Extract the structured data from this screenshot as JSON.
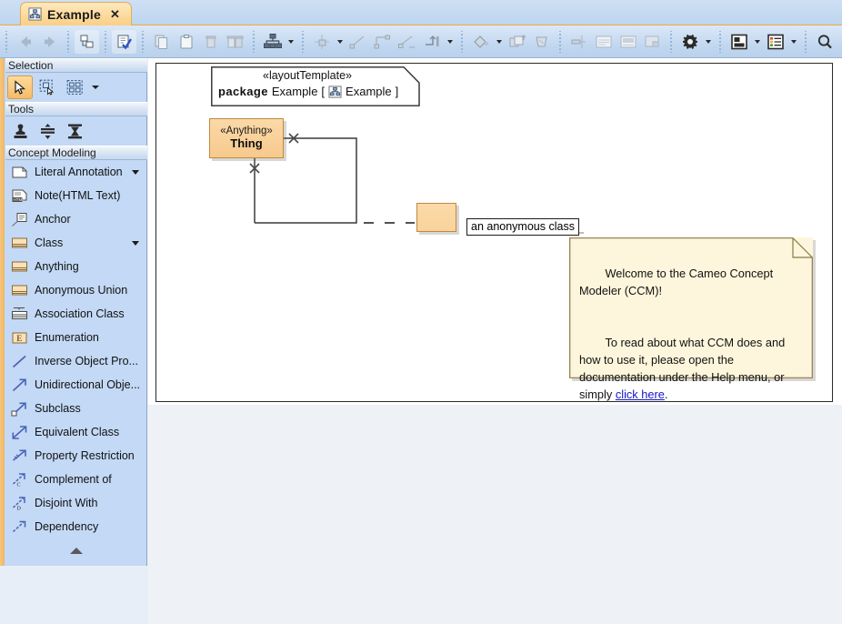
{
  "tab": {
    "label": "Example",
    "close_label": "✕",
    "icon": "diagram-icon"
  },
  "toolbar": {
    "groups": [
      {
        "items": [
          {
            "name": "back-button",
            "icon": "arrow-left-icon"
          },
          {
            "name": "forward-button",
            "icon": "arrow-right-icon"
          }
        ]
      },
      {
        "items": [
          {
            "name": "select-in-containment-tree-button",
            "icon": "tree-select-icon"
          }
        ]
      },
      {
        "items": [
          {
            "name": "validate-button",
            "icon": "validate-check-icon"
          }
        ]
      },
      {
        "items": [
          {
            "name": "copy-button",
            "icon": "copy-icon"
          },
          {
            "name": "paste-button",
            "icon": "clipboard-icon"
          },
          {
            "name": "delete-button",
            "icon": "trash-icon"
          },
          {
            "name": "delete-from-diagram-button",
            "icon": "trash-diagram-icon"
          }
        ]
      },
      {
        "items": [
          {
            "name": "layout-button",
            "icon": "hierarchy-layout-icon"
          },
          {
            "name": "layout-dropdown",
            "icon": "chevron-down-icon"
          }
        ]
      },
      {
        "items": [
          {
            "name": "align-button",
            "icon": "align-icon"
          },
          {
            "name": "align-dropdown",
            "icon": "chevron-down-icon"
          },
          {
            "name": "route-diagonal-button",
            "icon": "diagonal-line-icon"
          },
          {
            "name": "route-rectilinear-button",
            "icon": "rectilinear-line-icon"
          },
          {
            "name": "route-bezier-button",
            "icon": "bezier-line-icon"
          },
          {
            "name": "route-orthogonal-button",
            "icon": "orthogonal-line-icon"
          },
          {
            "name": "route-dropdown",
            "icon": "chevron-down-icon"
          }
        ]
      },
      {
        "items": [
          {
            "name": "fill-color-button",
            "icon": "paint-bucket-icon"
          },
          {
            "name": "fill-color-dropdown",
            "icon": "chevron-down-icon"
          },
          {
            "name": "bring-to-front-button",
            "icon": "bring-front-icon"
          },
          {
            "name": "format-painter-button",
            "icon": "format-painter-icon"
          }
        ]
      },
      {
        "items": [
          {
            "name": "suppress-button",
            "icon": "suppress-icon"
          },
          {
            "name": "show-compartment-button",
            "icon": "compartment-icon"
          },
          {
            "name": "show-image-button",
            "icon": "image-shape-icon"
          },
          {
            "name": "shape-style-button",
            "icon": "shape-style-icon"
          }
        ]
      },
      {
        "items": [
          {
            "name": "options-button",
            "icon": "gear-icon"
          },
          {
            "name": "options-dropdown",
            "icon": "chevron-down-icon"
          }
        ]
      },
      {
        "items": [
          {
            "name": "panels-button",
            "icon": "panel-layout-icon"
          },
          {
            "name": "panels-dropdown",
            "icon": "chevron-down-icon"
          },
          {
            "name": "legend-button",
            "icon": "legend-list-icon"
          },
          {
            "name": "legend-dropdown",
            "icon": "chevron-down-icon"
          }
        ]
      },
      {
        "items": [
          {
            "name": "search-button",
            "icon": "search-icon"
          }
        ]
      }
    ]
  },
  "palette": {
    "sections": [
      {
        "title": "Selection",
        "tools": [
          {
            "name": "pointer-tool",
            "icon": "cursor-icon",
            "active": true
          },
          {
            "name": "marquee-select-tool",
            "icon": "marquee-cursor-icon",
            "active": false
          },
          {
            "name": "multi-select-tool",
            "icon": "multi-select-icon",
            "active": false
          }
        ],
        "has_caret": true
      },
      {
        "title": "Tools",
        "tools": [
          {
            "name": "stamp-tool",
            "icon": "stamp-icon",
            "active": false
          },
          {
            "name": "distribute-vertical-tool",
            "icon": "distribute-vertical-icon",
            "active": false
          },
          {
            "name": "align-center-tool",
            "icon": "align-center-icon",
            "active": false
          }
        ],
        "has_caret": false
      }
    ],
    "concept_modeling_title": "Concept Modeling",
    "items": [
      {
        "label": "Literal Annotation",
        "icon": "note-shape-icon",
        "caret": true
      },
      {
        "label": "Note(HTML Text)",
        "icon": "html-note-icon",
        "caret": false
      },
      {
        "label": "Anchor",
        "icon": "anchor-note-icon",
        "caret": false
      },
      {
        "label": "Class",
        "icon": "class-box-icon",
        "caret": true
      },
      {
        "label": "Anything",
        "icon": "class-box-icon",
        "caret": false
      },
      {
        "label": "Anonymous Union",
        "icon": "class-box-icon",
        "caret": false
      },
      {
        "label": "Association Class",
        "icon": "association-class-icon",
        "caret": false
      },
      {
        "label": "Enumeration",
        "icon": "enumeration-icon",
        "caret": false
      },
      {
        "label": "Inverse Object Pro...",
        "icon": "plain-line-icon",
        "caret": false
      },
      {
        "label": "Unidirectional Obje...",
        "icon": "arrow-line-icon",
        "caret": false
      },
      {
        "label": "Subclass",
        "icon": "subclass-arrow-icon",
        "caret": false
      },
      {
        "label": "Equivalent Class",
        "icon": "double-arrow-icon",
        "caret": false
      },
      {
        "label": "Property Restriction",
        "icon": "restriction-arrow-icon",
        "caret": false
      },
      {
        "label": "Complement of",
        "icon": "complement-arrow-icon",
        "caret": false
      },
      {
        "label": "Disjoint With",
        "icon": "disjoint-arrow-icon",
        "caret": false
      },
      {
        "label": "Dependency",
        "icon": "dependency-arrow-icon",
        "caret": false
      }
    ],
    "collapse_control": "scroll-up-triangle"
  },
  "diagram": {
    "package_header": {
      "stereotype": "«layoutTemplate»",
      "keyword": "package",
      "name": "Example",
      "bracket_open": "[",
      "inner_icon": "diagram-icon",
      "inner_name": "Example",
      "bracket_close": "]"
    },
    "thing_node": {
      "stereotype": "«Anything»",
      "name": "Thing"
    },
    "anonymous_class": {
      "label": "an anonymous class"
    },
    "note": {
      "line1": "Welcome to the Cameo Concept Modeler (CCM)!",
      "line2_a": "To read about what CCM does and how to use it, please open the documentation under the Help menu, or simply ",
      "link": "click here",
      "line2_b": "."
    }
  },
  "colors": {
    "accent_orange": "#f0a93b",
    "class_fill": "#f9cf8f",
    "note_fill": "#fdf6dc",
    "panel_blue": "#c3d9f5",
    "link_blue": "#1414c8"
  }
}
